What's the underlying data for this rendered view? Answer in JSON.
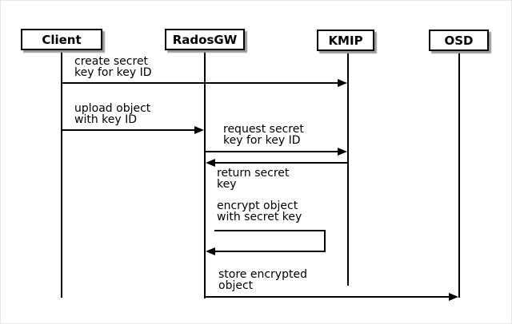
{
  "diagram": {
    "type": "sequence",
    "background_color": "#ffffff",
    "line_color": "#000000",
    "box_fill_color": "#ffffff",
    "box_shadow_color": "#9a9a9a",
    "actors": [
      {
        "name": "Client"
      },
      {
        "name": "RadosGW"
      },
      {
        "name": "KMIP"
      },
      {
        "name": "OSD"
      }
    ],
    "messages": [
      {
        "from": "Client",
        "to": "KMIP",
        "direction": "right",
        "lines": [
          "create secret",
          "key for key ID"
        ]
      },
      {
        "from": "Client",
        "to": "RadosGW",
        "direction": "right",
        "lines": [
          "upload object",
          "with key ID"
        ]
      },
      {
        "from": "RadosGW",
        "to": "KMIP",
        "direction": "right",
        "lines": [
          "request secret",
          "key for key ID"
        ]
      },
      {
        "from": "KMIP",
        "to": "RadosGW",
        "direction": "left",
        "lines": [
          "return secret",
          "key"
        ]
      },
      {
        "from": "RadosGW",
        "to": "RadosGW",
        "direction": "self",
        "lines": [
          "encrypt object",
          "with secret key"
        ]
      },
      {
        "from": "RadosGW",
        "to": "OSD",
        "direction": "right",
        "lines": [
          "store encrypted",
          "object"
        ]
      }
    ]
  }
}
